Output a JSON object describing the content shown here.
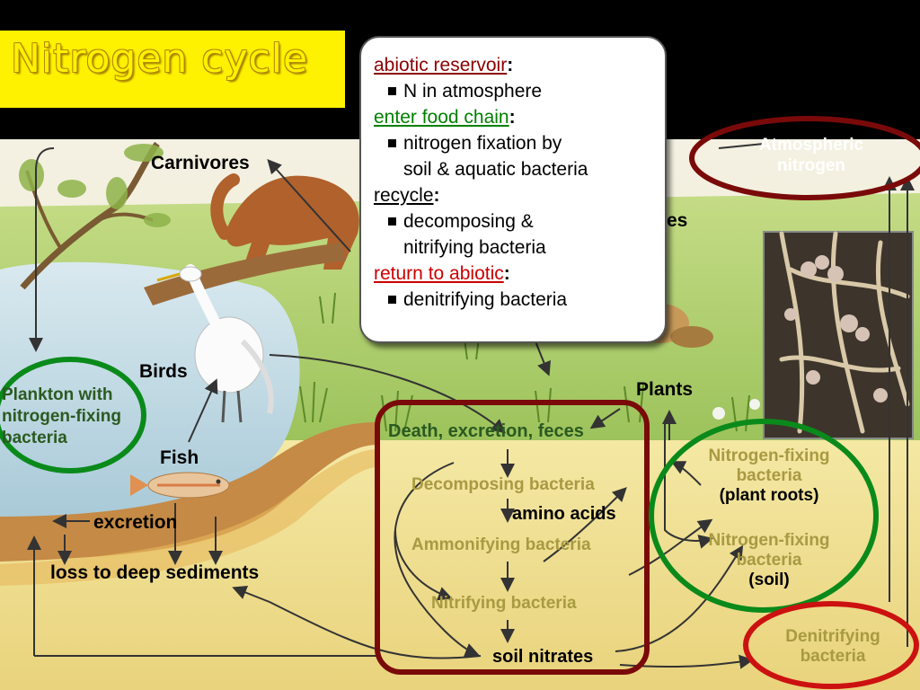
{
  "title": "Nitrogen cycle",
  "info": {
    "abiotic_reservoir": "abiotic reservoir",
    "item1": "N in atmosphere",
    "enter_food_chain": "enter food chain",
    "item2a": "nitrogen fixation by",
    "item2b": "soil & aquatic bacteria",
    "recycle": "recycle",
    "item3a": "decomposing &",
    "item3b": "nitrifying bacteria",
    "return_to_abiotic": "return to abiotic",
    "item4": "denitrifying bacteria",
    "colon": ":"
  },
  "labels": {
    "carnivores": "Carnivores",
    "herbivores_partial": "es",
    "birds": "Birds",
    "plankton1": "Plankton with",
    "plankton2": "nitrogen-fixing",
    "plankton3": "bacteria",
    "fish": "Fish",
    "excretion": "excretion",
    "loss": "loss to deep sediments",
    "plants": "Plants",
    "death": "Death, excretion, feces",
    "decomposing": "Decomposing bacteria",
    "amino": "amino acids",
    "ammonifying": "Ammonifying bacteria",
    "nitrifying": "Nitrifying bacteria",
    "soil_nitrates": "soil nitrates",
    "atm1": "Atmospheric",
    "atm2": "nitrogen",
    "nfix_roots1": "Nitrogen-fixing",
    "nfix_roots2": "bacteria",
    "nfix_roots3": "(plant roots)",
    "nfix_soil1": "Nitrogen-fixing",
    "nfix_soil2": "bacteria",
    "nfix_soil3": "(soil)",
    "denit1": "Denitrifying",
    "denit2": "bacteria"
  },
  "colors": {
    "title_bg": "#fff200",
    "circle_green": "#0a8a1a",
    "circle_red": "#cc1111",
    "circle_maroon": "#7a0a0a",
    "reservoir_color": "#8b0000",
    "food_chain_color": "#008000",
    "return_color": "#cc0000"
  }
}
